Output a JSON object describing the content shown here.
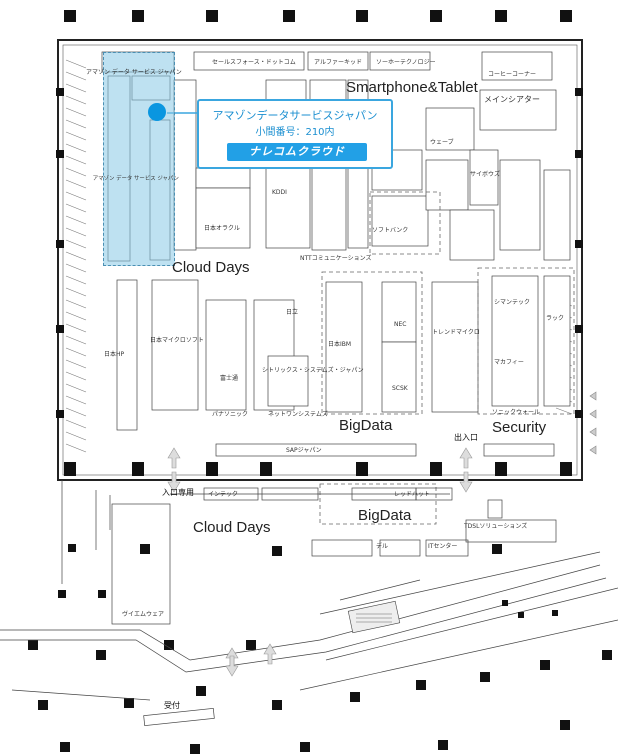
{
  "map": {
    "zones": {
      "smartphone": "Smartphone&Tablet",
      "cloud_upper": "Cloud Days",
      "bigdata_upper": "BigData",
      "security": "Security",
      "cloud_lower": "Cloud Days",
      "bigdata_lower": "BigData"
    },
    "entrances": {
      "main": "入口専用",
      "exit": "出入口",
      "reception": "受付"
    },
    "highlight": {
      "company": "アマゾンデータサービスジャパン",
      "booth": "小間番号：210内",
      "logo_text": "ナレコムクラウド"
    },
    "booth_labels": {
      "amazon": "アマゾン データ サービス ジャパン",
      "amazon2": "アマゾン データ サービス ジャパン",
      "salesforce": "セールスフォース・ドットコム",
      "alpha": "アルファーキッド",
      "software": "ソーホーテクノロジー",
      "coffee": "コーヒーコーナー",
      "main_theater": "メインシアター",
      "fujitsu": "富士通",
      "nec": "NEC",
      "ibm": "日本IBM",
      "scsk": "SCSK",
      "dell": "デル",
      "sap": "SAPジャパン",
      "citrix": "シトリックス・システムズ・ジャパン",
      "microsoft": "日本マイクロソフト",
      "trend": "トレンドマイクロ",
      "hp": "日本HP",
      "softbank": "ソフトバンク",
      "nttcom": "NTTコミュニケーションズ",
      "kddi": "KDDI",
      "oracle": "日本オラクル",
      "vmware": "ヴイエムウェア",
      "inforce": "インテック",
      "hitachi": "日立",
      "redhat": "レッドハット",
      "wave": "ウェーブ",
      "pwc": "パナソニック",
      "net1": "ネットワンシステムズ",
      "symantec": "シマンテック",
      "mcafee": "マカフィー",
      "lac": "ラック",
      "cybozu": "サイボウズ",
      "sonicwall": "ソニックウォール",
      "tdsl": "TDSLソリューションズ",
      "it_center": "ITセンター"
    }
  }
}
